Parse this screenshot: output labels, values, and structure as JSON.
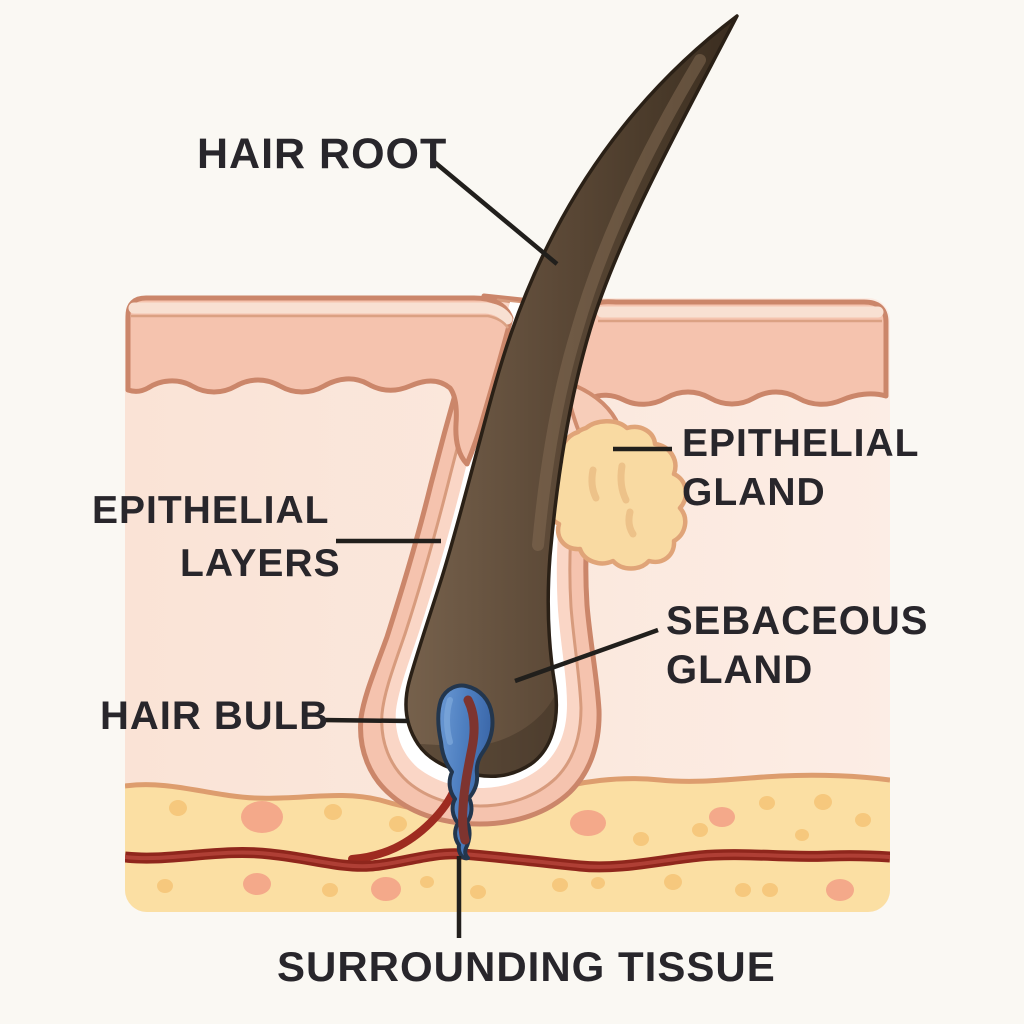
{
  "figure": {
    "labels": {
      "hair_root": "HAIR ROOT",
      "epithelial_layers": {
        "line1": "EPITHELIAL",
        "line2": "LAYERS"
      },
      "hair_bulb": "HAIR BULB",
      "epithelial_gland": {
        "line1": "EPITHELIAL",
        "line2": "GLAND"
      },
      "sebaceous_gland": {
        "line1": "SEBACEOUS",
        "line2": "GLAND"
      },
      "surrounding_tissue": "SURROUNDING TISSUE"
    },
    "colors": {
      "background": "#FAF8F3",
      "label_text": "#28262B",
      "leader_line": "#211F1C",
      "epidermis": "#F5C3AE",
      "epidermis_outline": "#CB866A",
      "epidermis_pale_strip": "#F8E0D2",
      "epidermis_wavy_line": "#BF7862",
      "dermis_left": "#FAE3D6",
      "dermis_right": "#FCEDE5",
      "inner_sheath": "#FAD6C6",
      "white_sheath": "#FFFFFF",
      "subcutis": "#FBDFA3",
      "subcutis_border": "#DD9D6E",
      "fat_cell_pink": "#F4A98A",
      "fat_cell_gold": "#F6C87D",
      "vessel_dark_red": "#8F261C",
      "vessel_light_red": "#B5443A",
      "hair_brown": "#5C4937",
      "hair_outline": "#2A2016",
      "papilla_blue": "#4E7FC0",
      "papilla_outline": "#23364D",
      "papilla_vessel": "#7E342F",
      "gland_fill": "#F9DAA2",
      "gland_outline": "#E0A478"
    }
  }
}
